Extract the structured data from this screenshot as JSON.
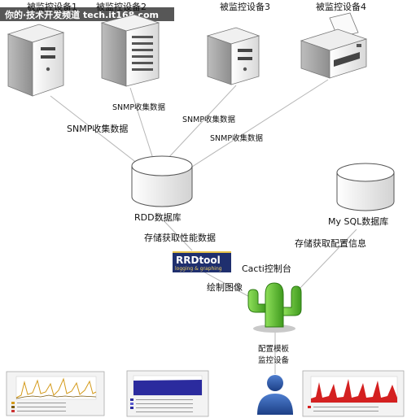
{
  "watermark": "你的·技术开发频道 tech.it168.com",
  "devices": {
    "device1": "被监控设备1",
    "device2": "被监控设备2",
    "device3": "被监控设备3",
    "device4": "被监控设备4"
  },
  "edges": {
    "snmp_1": "SNMP收集数据",
    "snmp_2": "SNMP收集数据",
    "snmp_3": "SNMP收集数据",
    "snmp_4": "SNMP收集数据",
    "rrd_store": "存储获取性能数据",
    "mysql_store": "存储获取配置信息",
    "draw": "绘制图像",
    "config": [
      "配置模板",
      "监控设备"
    ]
  },
  "nodes": {
    "rdd": "RDD数据库",
    "mysql": "My SQL数据库",
    "cacti": "Cacti控制台",
    "rrdtool_main": "RRDtool",
    "rrdtool_sub": "logging & graphing"
  },
  "colors": {
    "line": "#b7b7b7",
    "cactus": "#5db52b",
    "rrd_bg": "#1f2f6e",
    "user": "#2b5aa8"
  }
}
